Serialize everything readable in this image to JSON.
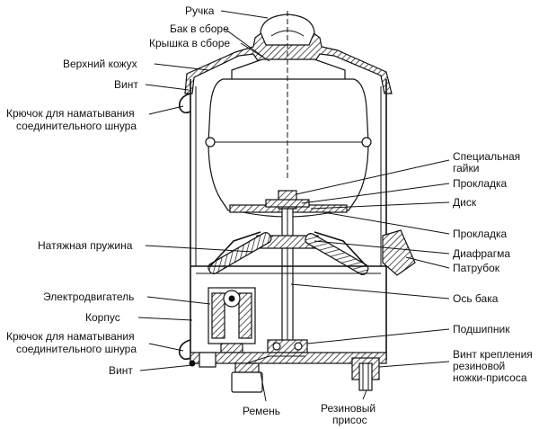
{
  "labels": {
    "handle": "Ручка",
    "tank_assembly": "Бак в сборе",
    "lid_assembly": "Крышка в сборе",
    "upper_casing": "Верхний кожух",
    "screw_top": "Винт",
    "cord_hook_top_1": "Крючок для наматывания",
    "cord_hook_top_2": "соединительного шнура",
    "special_nut_1": "Специальная",
    "special_nut_2": "гайки",
    "gasket_top": "Прокладка",
    "disc": "Диск",
    "gasket_mid": "Прокладка",
    "diaphragm": "Диафрагма",
    "tension_spring": "Натяжная пружина",
    "branch_pipe": "Патрубок",
    "motor": "Электродвигатель",
    "tank_axis": "Ось бака",
    "housing": "Корпус",
    "bearing": "Подшипник",
    "cord_hook_bottom_1": "Крючок для наматывания",
    "cord_hook_bottom_2": "соединительного шнура",
    "foot_screw_1": "Винт крепления",
    "foot_screw_2": "резиновой",
    "foot_screw_3": "ножки-присоса",
    "screw_bottom": "Винт",
    "belt": "Ремень",
    "suction_cup_1": "Резиновый",
    "suction_cup_2": "присос"
  }
}
